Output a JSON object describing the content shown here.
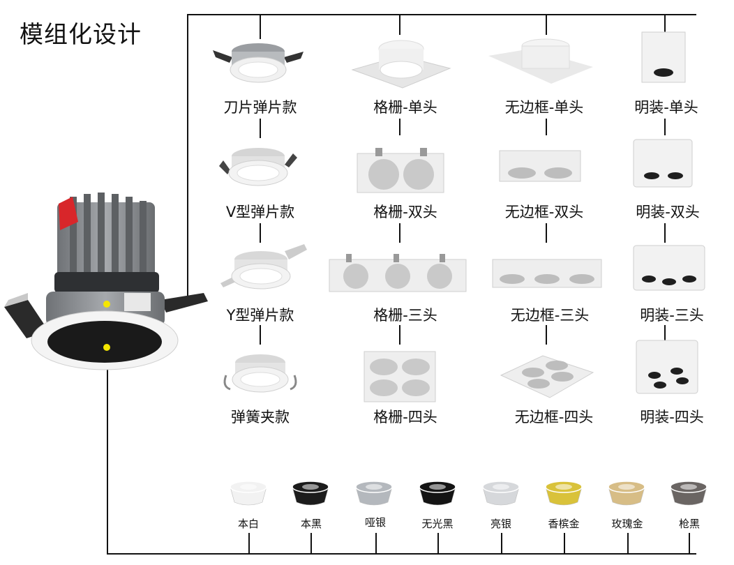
{
  "title": "模组化设计",
  "modules": {
    "col1": [
      "刀片弹片款",
      "V型弹片款",
      "Y型弹片款",
      "弹簧夹款"
    ],
    "col2": [
      "格栅-单头",
      "格栅-双头",
      "格栅-三头",
      "格栅-四头"
    ],
    "col3": [
      "无边框-单头",
      "无边框-双头",
      "无边框-三头",
      "无边框-四头"
    ],
    "col4": [
      "明装-单头",
      "明装-双头",
      "明装-三头",
      "明装-四头"
    ]
  },
  "finishes": [
    "本白",
    "本黑",
    "哑银",
    "无光黑",
    "亮银",
    "香槟金",
    "玫瑰金",
    "枪黑"
  ],
  "colors": {
    "line": "#111111",
    "marker": "#f5e600",
    "housing": "#8a8d90",
    "accent_red": "#d8262a",
    "finish_white": "#f2f2f2",
    "finish_black": "#1c1c1c",
    "finish_matte_silver": "#b4b8bd",
    "finish_matte_black": "#141414",
    "finish_bright_silver": "#d6d8db",
    "finish_champagne": "#d9c23a",
    "finish_rose_gold": "#d7bd86",
    "finish_gun_black": "#6a6563"
  }
}
